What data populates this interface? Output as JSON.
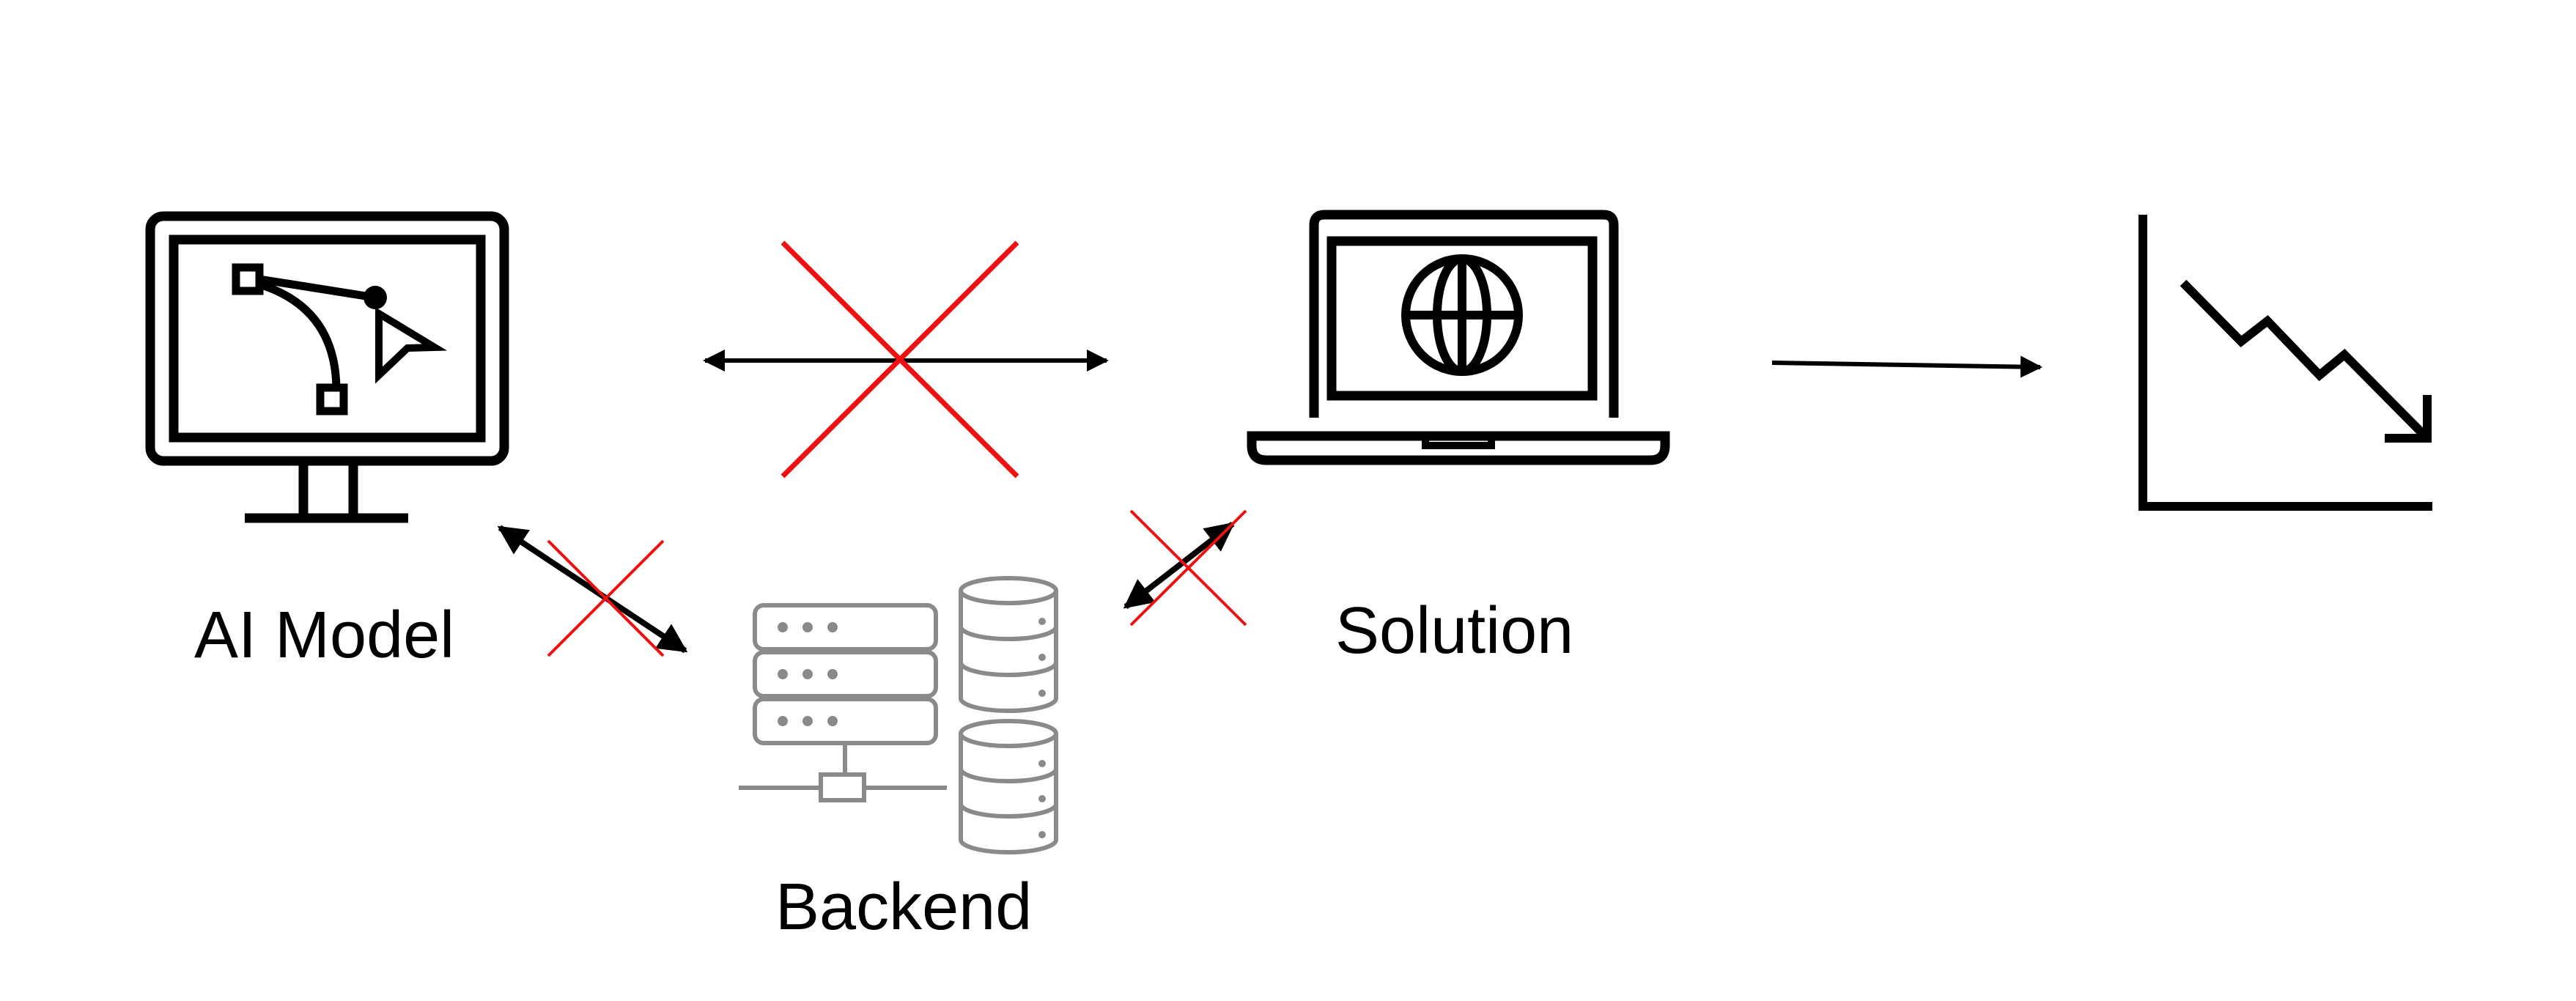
{
  "colors": {
    "stroke": "#000000",
    "cross": "#ee1111",
    "backend": "#8a8a8a",
    "background": "#ffffff"
  },
  "nodes": {
    "ai_model": {
      "label": "AI Model",
      "icon": "monitor-design-icon"
    },
    "solution": {
      "label": "Solution",
      "icon": "laptop-globe-icon"
    },
    "backend": {
      "label": "Backend",
      "icon": "server-database-icon"
    },
    "outcome": {
      "icon": "declining-chart-icon"
    }
  },
  "connections": [
    {
      "from": "ai_model",
      "to": "solution",
      "direction": "bidirectional",
      "crossed_out": true
    },
    {
      "from": "ai_model",
      "to": "backend",
      "direction": "bidirectional",
      "crossed_out": true
    },
    {
      "from": "backend",
      "to": "solution",
      "direction": "bidirectional",
      "crossed_out": true
    },
    {
      "from": "solution",
      "to": "outcome",
      "direction": "forward",
      "crossed_out": false
    }
  ]
}
